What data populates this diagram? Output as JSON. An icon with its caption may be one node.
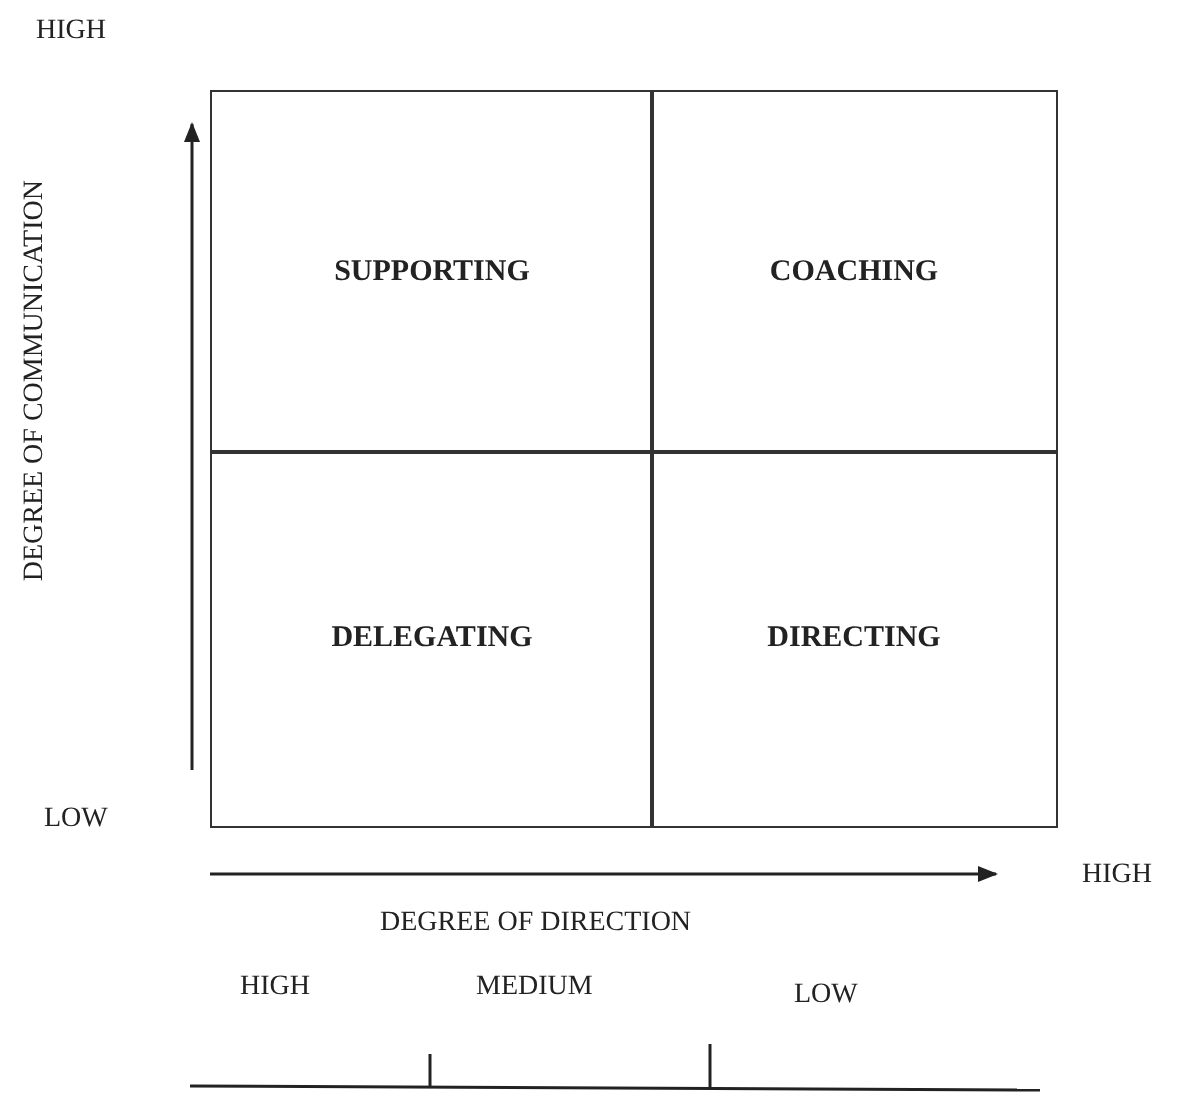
{
  "diagram": {
    "nodes": [
      {
        "text": [
          "SUPPORTING"
        ]
      },
      {
        "text": [
          "COACHING"
        ]
      },
      {
        "text": [
          "DELEGATING"
        ]
      },
      {
        "text": [
          "DIRECTING"
        ]
      }
    ],
    "labels": [
      "HIGH",
      "DEGREE OF COMMUNICATION",
      "LOW",
      "HIGH",
      "DEGREE OF DIRECTION",
      "HIGH",
      "MEDIUM",
      "LOW"
    ]
  }
}
